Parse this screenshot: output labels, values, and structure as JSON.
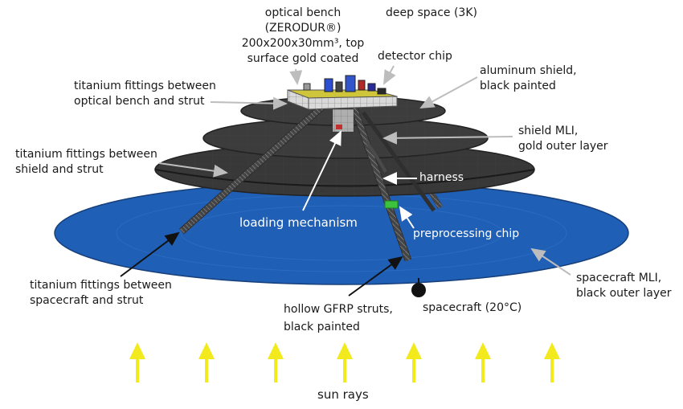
{
  "labels": {
    "optical_bench": "optical bench\n(ZERODUR®)\n200x200x30mm³, top\nsurface gold coated",
    "deep_space": "deep space (3K)",
    "detector_chip": "detector chip",
    "aluminum_shield": "aluminum shield,\nblack painted",
    "ti_bench_strut": "titanium fittings between\noptical bench and strut",
    "shield_mli": "shield MLI,\ngold outer layer",
    "ti_shield_strut": "titanium fittings between\nshield and strut",
    "harness": "harness",
    "loading_mechanism": "loading mechanism",
    "preprocessing_chip": "preprocessing chip",
    "spacecraft_mli": "spacecraft MLI,\nblack outer layer",
    "ti_spacecraft_strut": "titanium fittings between\nspacecraft and strut",
    "gfrp_struts": "hollow GFRP struts,\nblack painted",
    "spacecraft": "spacecraft (20°C)",
    "sun_rays": "sun rays"
  },
  "colors": {
    "spacecraft_mli": "#1f5fb5",
    "shield": "#3a3a3a",
    "shield_mli": "#c8c24a",
    "bench": "#cfcfcf",
    "bench_top": "#c9c02a",
    "preprocessing_chip": "#3cc23c",
    "sun_arrow": "#f2ea1c"
  }
}
